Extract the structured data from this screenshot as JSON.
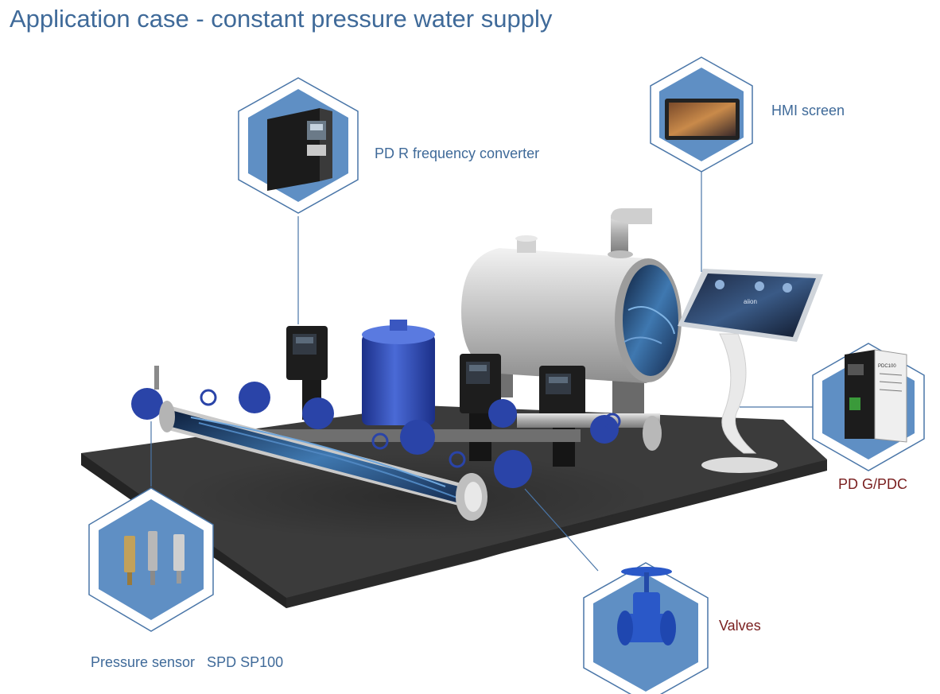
{
  "page": {
    "title": "Application case - constant pressure water supply"
  },
  "callouts": {
    "converter": {
      "label": "PD R frequency converter"
    },
    "hmi": {
      "label": "HMI screen",
      "screen_text": "aiion"
    },
    "gateway": {
      "label": "PD G/PDC",
      "device_text": "PDC100"
    },
    "sensor": {
      "label": "Pressure sensor   SPD SP100"
    },
    "valves": {
      "label": "Valves"
    }
  },
  "colors": {
    "title_blue": "#3f6a99",
    "label_blue": "#3f6a99",
    "valves_red": "#7a2020",
    "hex_fill": "#5f8fc4",
    "hex_border": "#4a76a8",
    "pump_blue": "#2a44a8",
    "platform": "#3a3a3a"
  }
}
